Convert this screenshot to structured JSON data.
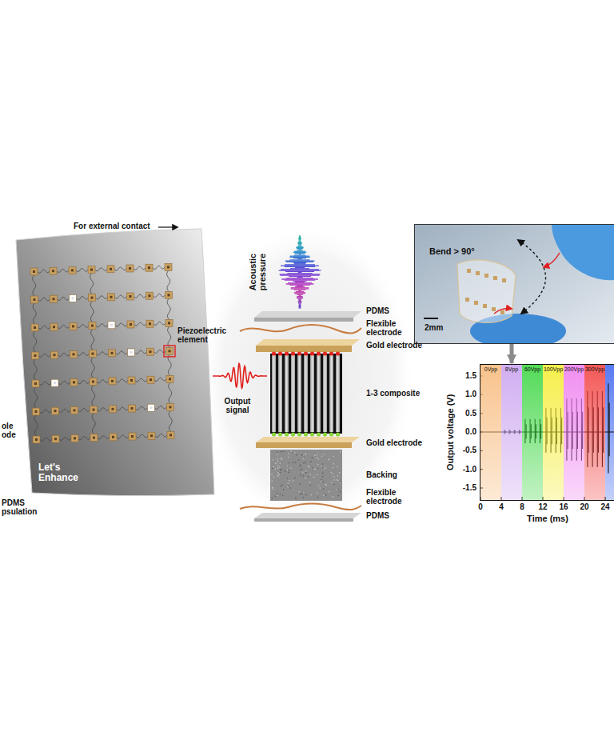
{
  "diagram": {
    "nodes": [
      {
        "text": [
          "Bend > 90°",
          "2mm"
        ]
      },
      {
        "text": [
          "Output voltage (V)",
          "Time (ms)"
        ]
      },
      {
        "text": [
          "0Vpp"
        ],
        "in": 1
      },
      {
        "text": [
          "8Vpp"
        ],
        "in": 1
      },
      {
        "text": [
          "60Vpp"
        ],
        "in": 1
      },
      {
        "text": [
          "100Vpp"
        ],
        "in": 1
      },
      {
        "text": [
          "200Vpp"
        ],
        "in": 1
      },
      {
        "text": [
          "300Vpp"
        ],
        "in": 1
      }
    ],
    "edges": [
      {
        "from": 0,
        "to": 1,
        "arrow": "to"
      }
    ],
    "labels": [
      "For external contact",
      "Piezoelectric element",
      "ole ode",
      "Let's Enhance",
      "PDMS psulation",
      "Acoustic pressure",
      "Output signal",
      "PDMS",
      "Flexible electrode",
      "Gold electrode",
      "1-3 composite",
      "Gold electrode",
      "Backing",
      "Flexible electrode",
      "PDMS",
      "1.5",
      "1.0",
      "0.5",
      "0.0",
      "-0.5",
      "-1.0",
      "-1.5",
      "0",
      "4",
      "8",
      "12",
      "16",
      "20",
      "24"
    ]
  }
}
